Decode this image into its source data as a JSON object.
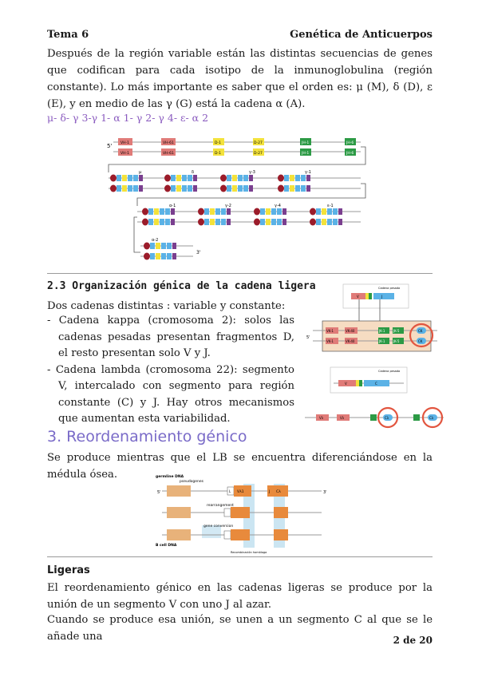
{
  "header": {
    "left": "Tema 6",
    "right": "Genética de Anticuerpos"
  },
  "intro": "Después de la región variable están las distintas secuencias de genes que codifican para cada isotipo de la inmunoglobulina (región constante). Lo más importante es saber que el orden es: μ (M), δ (D), ε (E), y en medio de las γ (G) está la cadena α (A).",
  "sequence": "μ- δ- γ 3-γ 1- α 1- γ 2- γ 4- ε- α 2",
  "fig1": {
    "row1": [
      "VH-1",
      "VH-61",
      "D-1",
      "D-27",
      "JH-1",
      "JH-6"
    ],
    "row2": [
      "VH-1",
      "VH-61",
      "D-1",
      "D-27",
      "JH-1",
      "JH-6"
    ],
    "five_prime": "5'",
    "const1": [
      "μ",
      "δ",
      "γ-3",
      "γ-1"
    ],
    "const2": [
      "α-1",
      "γ-2",
      "γ-4",
      "ε-1"
    ],
    "const3": [
      "α-2"
    ],
    "three_prime": "3'"
  },
  "section23": {
    "title": "2.3 Organización génica de la cadena ligera",
    "lead": "Dos cadenas distintas : variable y constante:",
    "bullets": [
      "- Cadena kappa (cromosoma 2): solos las cadenas pesadas presentan fragmentos D, el resto presentan solo V y J.",
      "- Cadena lambda (cromosoma 22): segmento V, intercalado con segmento para región constante (C) y J. Hay otros mecanismos que aumentan esta variabilidad."
    ]
  },
  "fig2": {
    "top_caption": "Cadena pesada",
    "top_segments": [
      "V",
      "D",
      "J"
    ],
    "five_prime": "5'",
    "row1": [
      "VK-1",
      "VK-40",
      "JK-1",
      "JK-5",
      "CK"
    ],
    "row2": [
      "VK-1",
      "VK-40",
      "JK-1",
      "JK-5",
      "CK"
    ],
    "bottom_caption": "Cadena pesada",
    "bottom_segments": [
      "V",
      "D",
      "J",
      "C"
    ],
    "lambda_left": [
      "Vλ",
      "Vλ"
    ],
    "lambda_circles": [
      "Cλ",
      "Cλ"
    ]
  },
  "section3": {
    "title": "3. Reordenamiento génico",
    "text": "Se produce mientras que el LB se encuentra diferenciándose en la médula ósea."
  },
  "fig3": {
    "label_germline": "germline DNA",
    "label_pseudogenes": "pseudogenes",
    "label_rearrangement": "rearrangement",
    "label_conversion": "gene conversion",
    "label_bcell": "B cell DNA",
    "label_recomb": "Recombinación homóloga",
    "seg_L": "L",
    "seg_V": "Vλ1",
    "seg_J": "J",
    "seg_C": "Cλ",
    "five_prime": "5'",
    "three_prime": "3'"
  },
  "ligeras": {
    "title": "Ligeras",
    "p1": "El reordenamiento génico en las cadenas ligeras se produce por la unión de un segmento V con uno J al azar.",
    "p2": "Cuando se produce esa unión, se unen a un segmento C al que se le añade una"
  },
  "footer": {
    "page": "2 de 20"
  },
  "colors": {
    "accent_purple": "#7a6bc8",
    "seq_purple": "#8a5bbf",
    "vh_red": "#e07b78",
    "d_yellow": "#f3e23b",
    "jh_green": "#2c9a45",
    "c_blue": "#5bb2e6",
    "orange": "#e88a3c"
  }
}
